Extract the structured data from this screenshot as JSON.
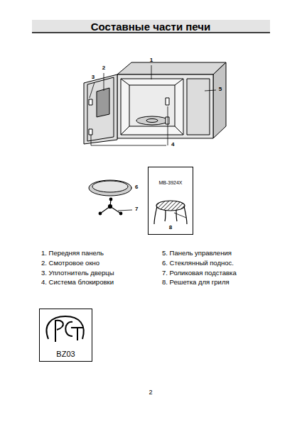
{
  "diagram": {
    "title": "Составные части печи",
    "nodes": [
      {
        "text": [
          "MB-3924X",
          "8"
        ]
      },
      {
        "text": [
          "BZ03"
        ]
      }
    ],
    "labels": [
      "1",
      "2",
      "3",
      "5",
      "4",
      "6",
      "7",
      "1. Передняя панель",
      "2. Смотровое окно",
      "3. Уплотнитель дверцы",
      "4. Система блокировки",
      "5. Панель управления",
      "6. Стеклянный поднос.",
      "7. Роликовая подставка",
      "8. Решетка для гриля",
      "2"
    ]
  }
}
